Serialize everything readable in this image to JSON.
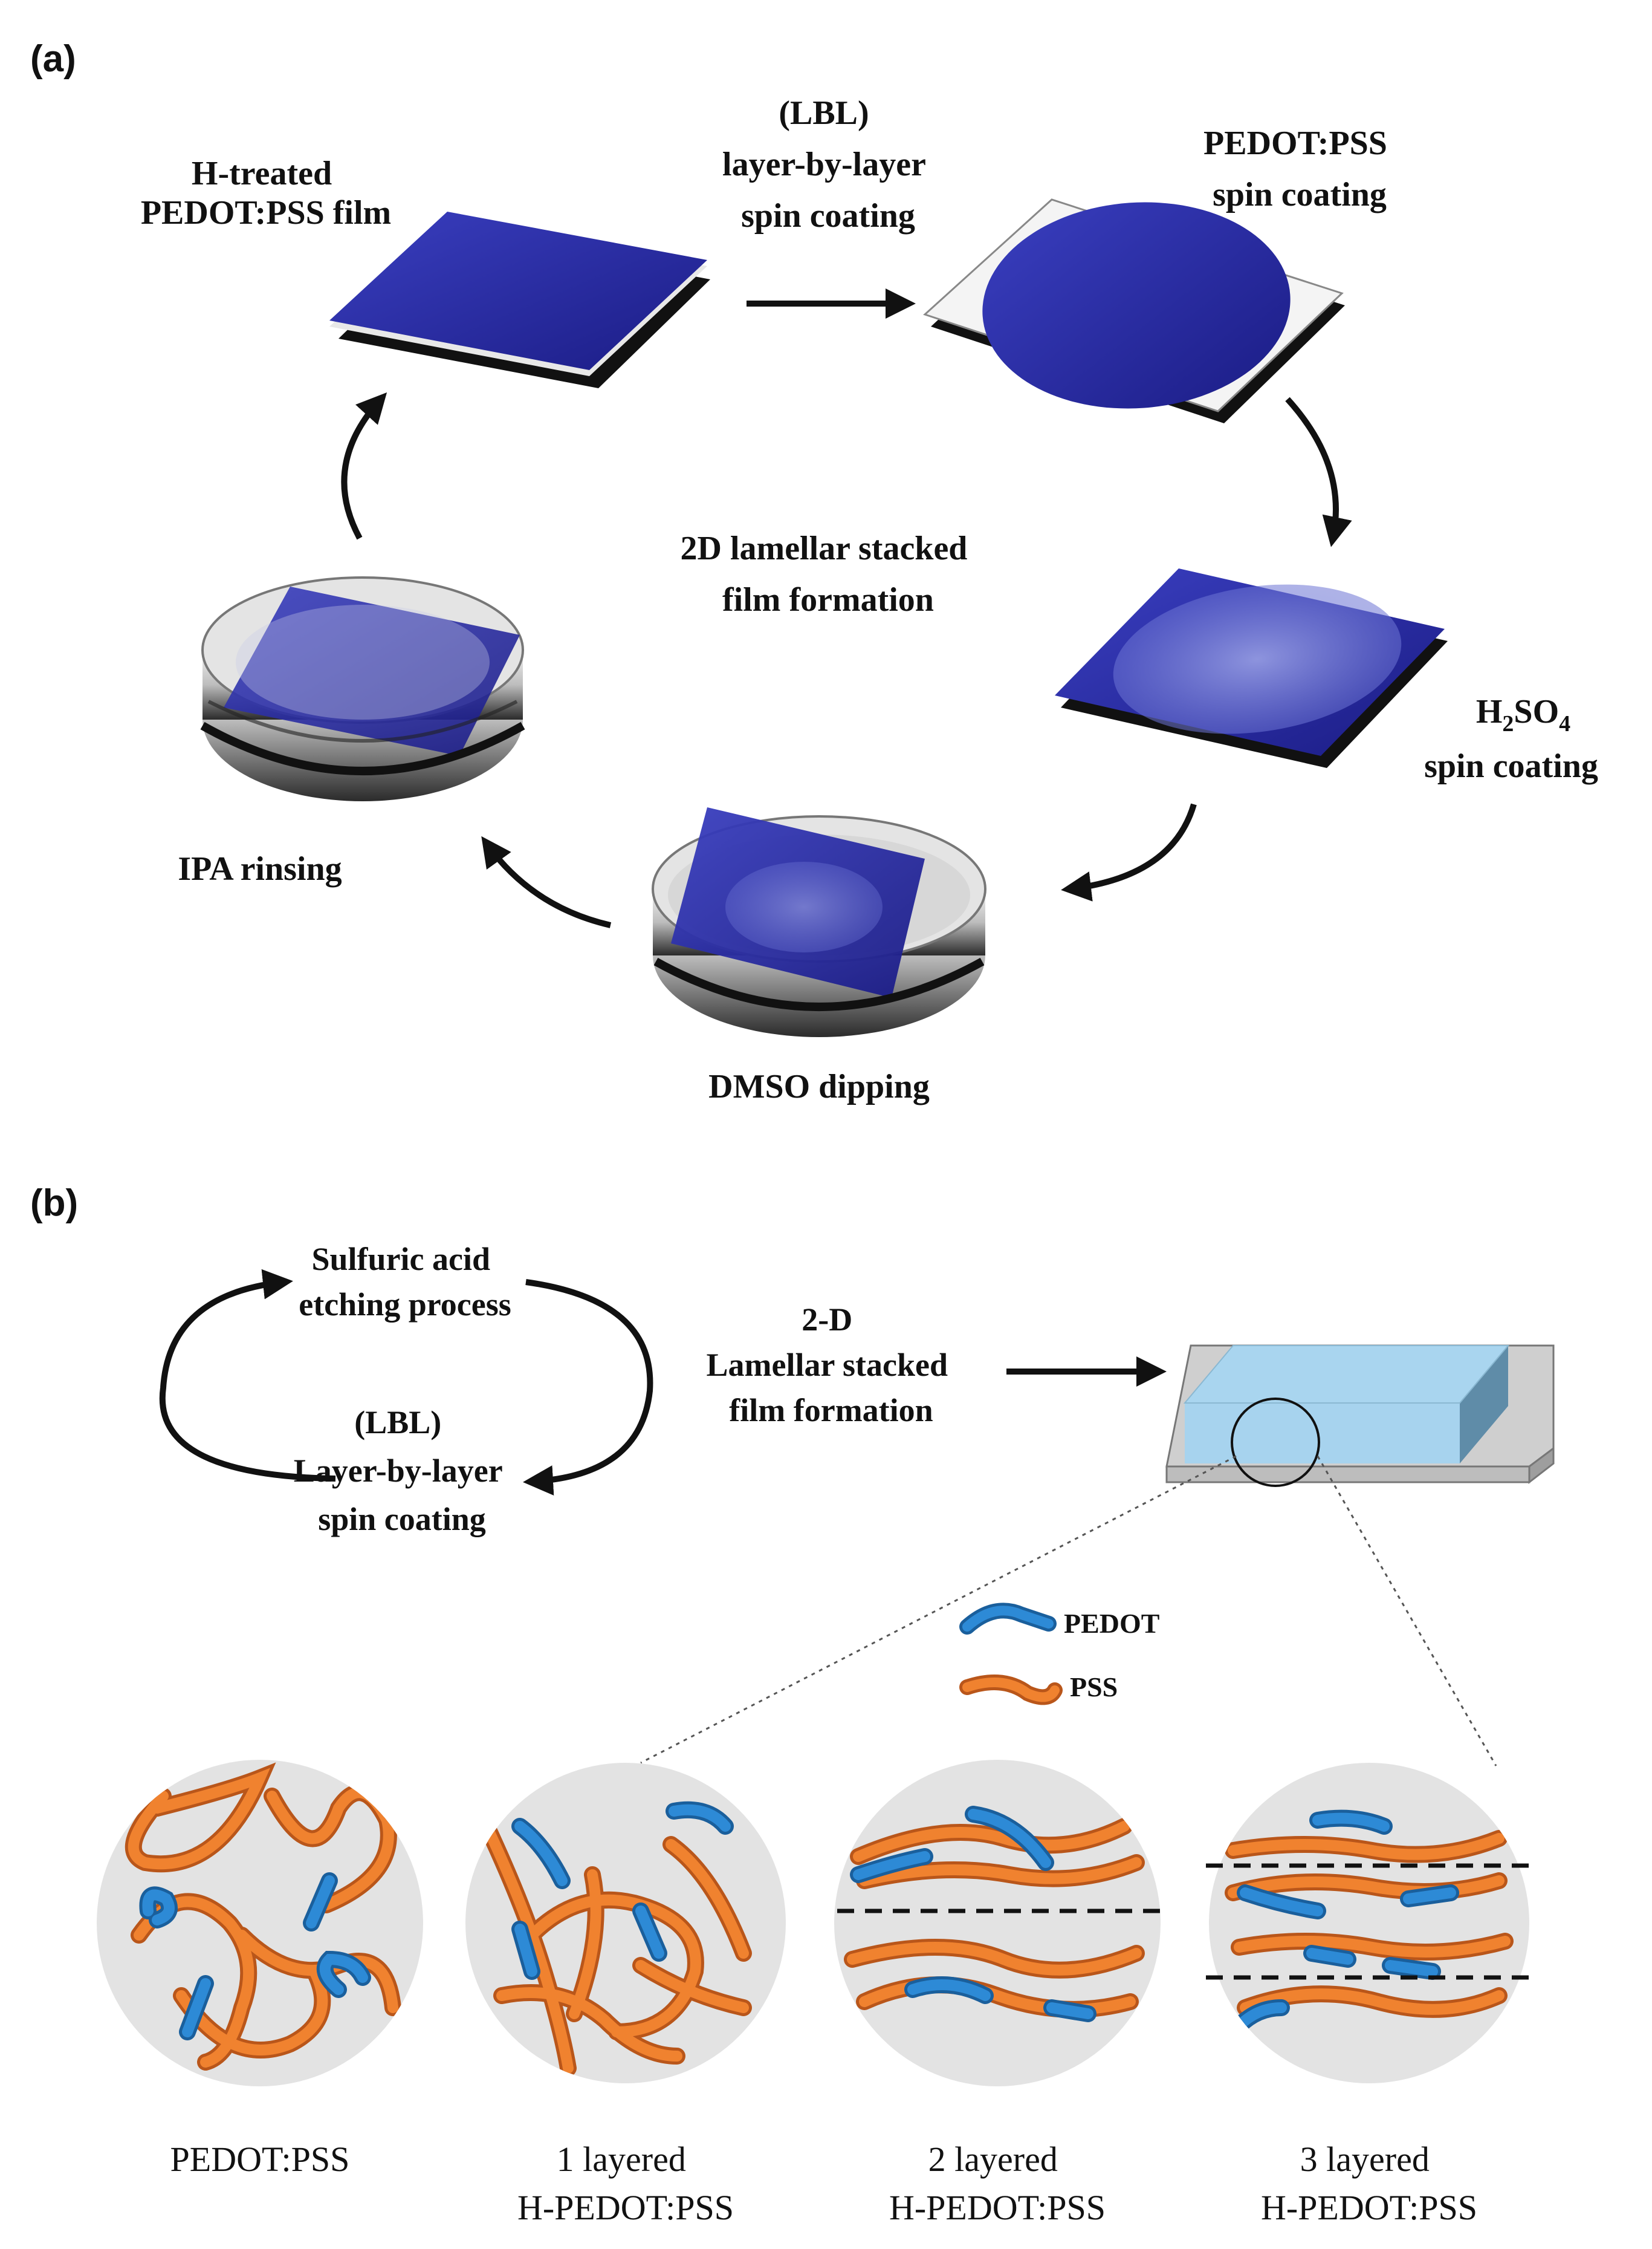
{
  "panel_a": {
    "tag": "(a)",
    "center_label": [
      "2D lamellar stacked",
      "film formation"
    ],
    "steps": [
      {
        "id": "h-treated",
        "lines": [
          "H-treated",
          "PEDOT:PSS film"
        ]
      },
      {
        "id": "lbl",
        "lines": [
          "(LBL)",
          "layer-by-layer",
          "spin coating"
        ]
      },
      {
        "id": "pedot-spin",
        "lines": [
          "PEDOT:PSS",
          "spin coating"
        ]
      },
      {
        "id": "h2so4",
        "formula": {
          "main": "H",
          "sub1": "2",
          "mid": "SO",
          "sub2": "4"
        },
        "lines": [
          "spin coating"
        ]
      },
      {
        "id": "dmso",
        "lines": [
          "DMSO dipping"
        ]
      },
      {
        "id": "ipa",
        "lines": [
          "IPA rinsing"
        ]
      }
    ]
  },
  "panel_b": {
    "tag": "(b)",
    "cycle": {
      "top": [
        "Sulfuric acid",
        "etching process"
      ],
      "bottom": [
        "(LBL)",
        "Layer-by-layer",
        "spin coating"
      ]
    },
    "middle": [
      "2-D",
      "Lamellar stacked",
      "film formation"
    ],
    "legend": [
      {
        "name": "PEDOT",
        "color": "#1f77c4"
      },
      {
        "name": "PSS",
        "color": "#e8742a"
      }
    ],
    "circles": [
      {
        "lines": [
          "PEDOT:PSS"
        ]
      },
      {
        "lines": [
          "1 layered",
          "H-PEDOT:PSS"
        ]
      },
      {
        "lines": [
          "2 layered",
          "H-PEDOT:PSS"
        ]
      },
      {
        "lines": [
          "3 layered",
          "H-PEDOT:PSS"
        ]
      }
    ]
  },
  "colors": {
    "film_blue": "#24259a",
    "pedot_blue": "#1f77c4",
    "pss_orange": "#e8742a",
    "block_blue": "#a7d3ee"
  }
}
